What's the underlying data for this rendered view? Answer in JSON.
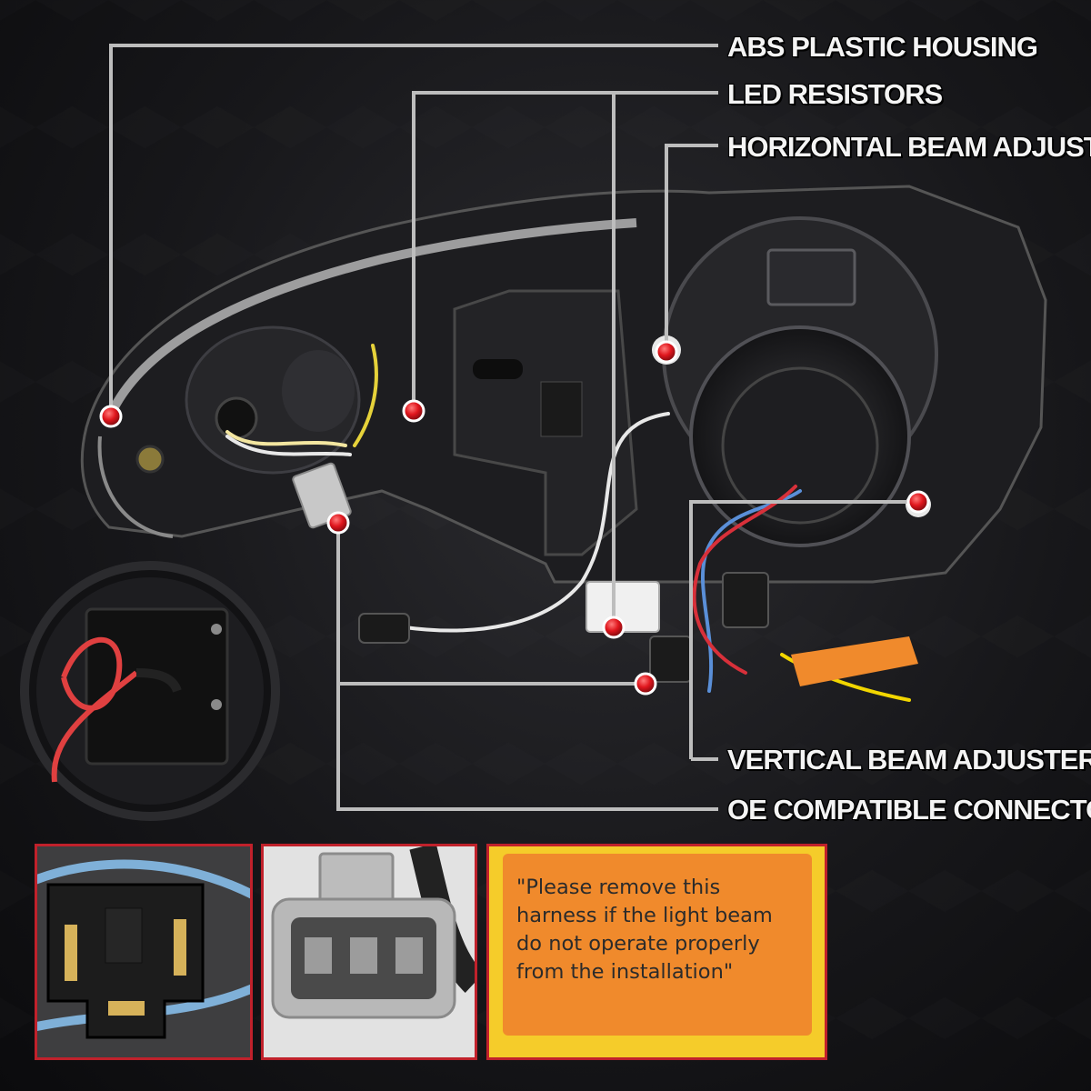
{
  "callouts": [
    {
      "id": "abs",
      "label": "ABS PLASTIC HOUSING"
    },
    {
      "id": "led",
      "label": "LED RESISTORS"
    },
    {
      "id": "hbeam",
      "label": "HORIZONTAL BEAM ADJUSTER"
    },
    {
      "id": "vbeam",
      "label": "VERTICAL BEAM ADJUSTER"
    },
    {
      "id": "oe",
      "label": "OE COMPATIBLE CONNECTORS"
    }
  ],
  "warning_label": {
    "text": "\"Please remove this harness if the light beam do not operate properly from the installation\""
  },
  "colors": {
    "leader_line": "#bdbdbd",
    "marker_red": "#e0161d",
    "panel_border": "#c0212b",
    "warning_bg": "#f08a2c"
  }
}
